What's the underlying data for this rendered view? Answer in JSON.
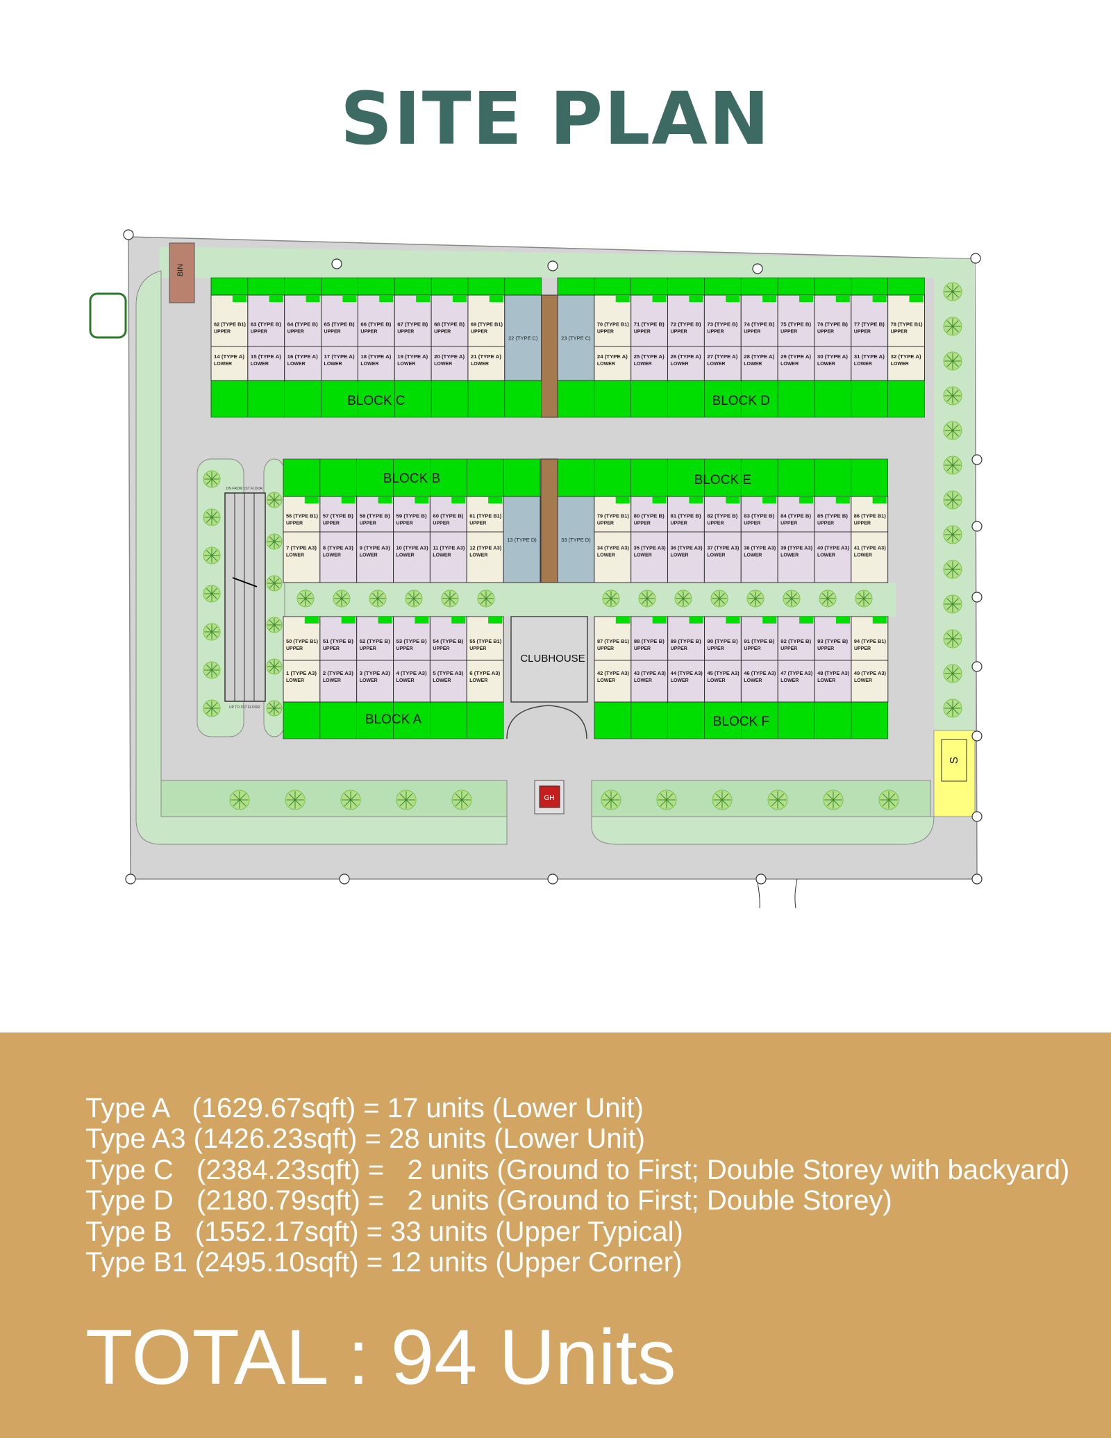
{
  "title": "SITE PLAN",
  "map_labels": {
    "bin": "BIN",
    "clubhouse": "CLUBHOUSE",
    "guardhouse": "GH",
    "substation": "S",
    "ramp_down": "DN FROM 1ST FLOOR",
    "ramp_up": "UP TO 1ST FLOOR"
  },
  "rows": [
    {
      "left": {
        "label": "BLOCK C",
        "units": [
          {
            "upper": "62 (TYPE B1)",
            "lower": "14 (TYPE A)",
            "kind": "B1"
          },
          {
            "upper": "63 (TYPE B)",
            "lower": "15 (TYPE A)",
            "kind": "B"
          },
          {
            "upper": "64 (TYPE B)",
            "lower": "16 (TYPE A)",
            "kind": "B"
          },
          {
            "upper": "65 (TYPE B)",
            "lower": "17 (TYPE A)",
            "kind": "B"
          },
          {
            "upper": "66 (TYPE B)",
            "lower": "18 (TYPE A)",
            "kind": "B"
          },
          {
            "upper": "67 (TYPE B)",
            "lower": "19 (TYPE A)",
            "kind": "B"
          },
          {
            "upper": "68 (TYPE B)",
            "lower": "20 (TYPE A)",
            "kind": "B"
          },
          {
            "upper": "69 (TYPE B1)",
            "lower": "21 (TYPE A)",
            "kind": "B1"
          },
          {
            "single": "22 (TYPE C)",
            "kind": "C"
          }
        ]
      },
      "right": {
        "label": "BLOCK D",
        "units": [
          {
            "single": "23 (TYPE C)",
            "kind": "C"
          },
          {
            "upper": "70 (TYPE B1)",
            "lower": "24 (TYPE A)",
            "kind": "B1"
          },
          {
            "upper": "71 (TYPE B)",
            "lower": "25 (TYPE A)",
            "kind": "B"
          },
          {
            "upper": "72 (TYPE B)",
            "lower": "26 (TYPE A)",
            "kind": "B"
          },
          {
            "upper": "73 (TYPE B)",
            "lower": "27 (TYPE A)",
            "kind": "B"
          },
          {
            "upper": "74 (TYPE B)",
            "lower": "28 (TYPE A)",
            "kind": "B"
          },
          {
            "upper": "75 (TYPE B)",
            "lower": "29 (TYPE A)",
            "kind": "B"
          },
          {
            "upper": "76 (TYPE B)",
            "lower": "30 (TYPE A)",
            "kind": "B"
          },
          {
            "upper": "77 (TYPE B)",
            "lower": "31 (TYPE A)",
            "kind": "B"
          },
          {
            "upper": "78 (TYPE B1)",
            "lower": "32 (TYPE A)",
            "kind": "B1"
          }
        ]
      }
    },
    {
      "left": {
        "label": "BLOCK B",
        "units": [
          {
            "upper": "56 (TYPE B1)",
            "lower": "7 (TYPE A3)",
            "kind": "B1"
          },
          {
            "upper": "57 (TYPE B)",
            "lower": "8 (TYPE A3)",
            "kind": "B"
          },
          {
            "upper": "58 (TYPE B)",
            "lower": "9 (TYPE A3)",
            "kind": "B"
          },
          {
            "upper": "59 (TYPE B)",
            "lower": "10 (TYPE A3)",
            "kind": "B"
          },
          {
            "upper": "60 (TYPE B)",
            "lower": "11 (TYPE A3)",
            "kind": "B"
          },
          {
            "upper": "61 (TYPE B1)",
            "lower": "12 (TYPE A3)",
            "kind": "B1"
          },
          {
            "single": "13 (TYPE D)",
            "kind": "D"
          }
        ]
      },
      "right": {
        "label": "BLOCK E",
        "units": [
          {
            "single": "33 (TYPE D)",
            "kind": "D"
          },
          {
            "upper": "79 (TYPE B1)",
            "lower": "34 (TYPE A3)",
            "kind": "B1"
          },
          {
            "upper": "80 (TYPE B)",
            "lower": "35 (TYPE A3)",
            "kind": "B"
          },
          {
            "upper": "81 (TYPE B)",
            "lower": "36 (TYPE A3)",
            "kind": "B"
          },
          {
            "upper": "82 (TYPE B)",
            "lower": "37 (TYPE A3)",
            "kind": "B"
          },
          {
            "upper": "83 (TYPE B)",
            "lower": "38 (TYPE A3)",
            "kind": "B"
          },
          {
            "upper": "84 (TYPE B)",
            "lower": "39 (TYPE A3)",
            "kind": "B"
          },
          {
            "upper": "85 (TYPE B)",
            "lower": "40 (TYPE A3)",
            "kind": "B"
          },
          {
            "upper": "86 (TYPE B1)",
            "lower": "41 (TYPE A3)",
            "kind": "B1"
          }
        ]
      }
    },
    {
      "left": {
        "label": "BLOCK A",
        "units": [
          {
            "upper": "50 (TYPE B1)",
            "lower": "1 (TYPE A3)",
            "kind": "B1"
          },
          {
            "upper": "51 (TYPE B)",
            "lower": "2 (TYPE A3)",
            "kind": "B"
          },
          {
            "upper": "52 (TYPE B)",
            "lower": "3 (TYPE A3)",
            "kind": "B"
          },
          {
            "upper": "53 (TYPE B)",
            "lower": "4 (TYPE A3)",
            "kind": "B"
          },
          {
            "upper": "54 (TYPE B)",
            "lower": "5 (TYPE A3)",
            "kind": "B"
          },
          {
            "upper": "55 (TYPE B1)",
            "lower": "6 (TYPE A3)",
            "kind": "B1"
          }
        ]
      },
      "right": {
        "label": "BLOCK F",
        "units": [
          {
            "upper": "87 (TYPE B1)",
            "lower": "42 (TYPE A3)",
            "kind": "B1"
          },
          {
            "upper": "88 (TYPE B)",
            "lower": "43 (TYPE A3)",
            "kind": "B"
          },
          {
            "upper": "89 (TYPE B)",
            "lower": "44 (TYPE A3)",
            "kind": "B"
          },
          {
            "upper": "90 (TYPE B)",
            "lower": "45 (TYPE A3)",
            "kind": "B"
          },
          {
            "upper": "91 (TYPE B)",
            "lower": "46 (TYPE A3)",
            "kind": "B"
          },
          {
            "upper": "92 (TYPE B)",
            "lower": "47 (TYPE A3)",
            "kind": "B"
          },
          {
            "upper": "93 (TYPE B)",
            "lower": "48 (TYPE A3)",
            "kind": "B"
          },
          {
            "upper": "94 (TYPE B1)",
            "lower": "49 (TYPE A3)",
            "kind": "B1"
          }
        ]
      }
    }
  ],
  "legend": [
    "Type A   (1629.67sqft) = 17 units (Lower Unit)",
    "Type A3 (1426.23sqft) = 28 units (Lower Unit)",
    "Type C   (2384.23sqft) =   2 units (Ground to First; Double Storey with backyard)",
    "Type D   (2180.79sqft) =   2 units (Ground to First; Double Storey)",
    "Type B   (1552.17sqft) = 33 units (Upper Typical)",
    "Type B1 (2495.10sqft) = 12 units (Upper Corner)"
  ],
  "total": "TOTAL : 94 Units",
  "colors": {
    "title": "#3d6b63",
    "legend_bg": "#d3a562",
    "block_green": "#00dd00",
    "landscape": "#c9e6c6",
    "road": "#d4d4d4",
    "unit_b1": "#f3efdf",
    "unit_b": "#e4d9e7",
    "unit_cd": "#a9c0cb",
    "walkway": "#a57a4f"
  }
}
